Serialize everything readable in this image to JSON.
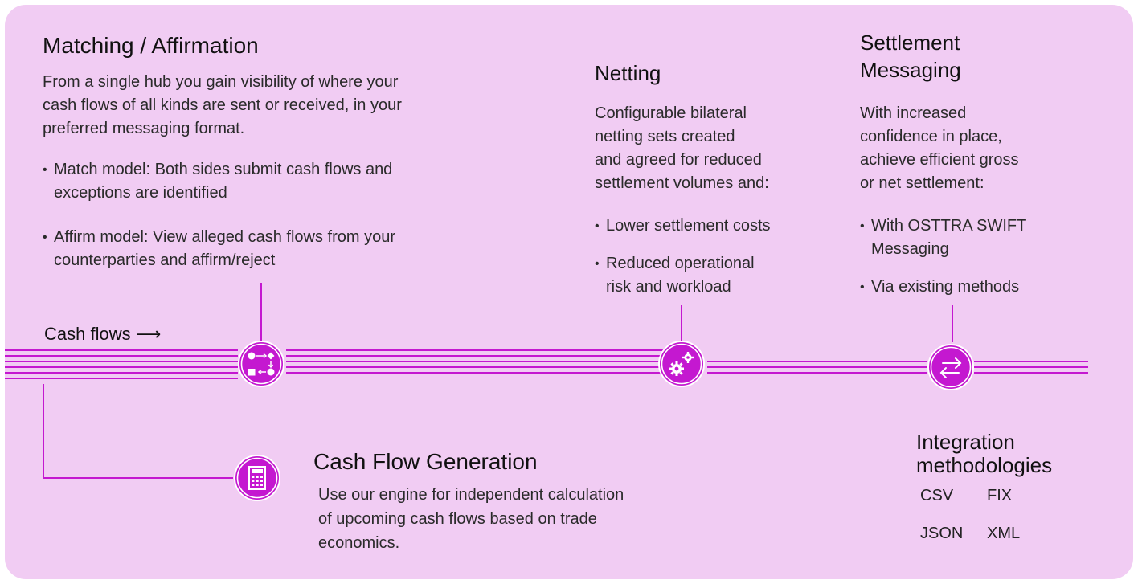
{
  "matching": {
    "title": "Matching / Affirmation",
    "intro_lines": [
      "From a single hub you gain visibility of where your",
      "cash flows of all kinds are sent or received, in your",
      "preferred messaging format."
    ],
    "bullet1_lines": [
      "Match model: Both sides submit cash flows and",
      "exceptions are identified"
    ],
    "bullet2_lines": [
      "Affirm model: View alleged cash flows from your",
      "counterparties and affirm/reject"
    ]
  },
  "netting": {
    "title": "Netting",
    "intro_lines": [
      "Configurable bilateral",
      "netting sets created",
      "and agreed for reduced",
      "settlement volumes and:"
    ],
    "bullet1": "Lower settlement costs",
    "bullet2_lines": [
      "Reduced operational",
      "risk and workload"
    ]
  },
  "settlement": {
    "title_lines": [
      "Settlement",
      "Messaging"
    ],
    "intro_lines": [
      "With increased",
      "confidence in place,",
      "achieve efficient gross",
      "or net settlement:"
    ],
    "bullet1_lines": [
      "With OSTTRA SWIFT",
      "Messaging"
    ],
    "bullet2": "Via existing methods"
  },
  "flow_label": "Cash flows ⟶",
  "generation": {
    "title": "Cash Flow Generation",
    "desc_lines": [
      "Use our engine for independent calculation",
      "of upcoming cash flows based on trade",
      "economics."
    ]
  },
  "integration": {
    "title_lines": [
      "Integration",
      "methodologies"
    ],
    "formats": [
      "CSV",
      "FIX",
      "JSON",
      "XML"
    ]
  },
  "icons": {
    "matching": "match-arrows-icon",
    "netting": "gears-icon",
    "settlement": "exchange-arrows-icon",
    "generation": "calculator-icon"
  },
  "colors": {
    "accent": "#c418d0",
    "panel": "#f1ccf3"
  }
}
